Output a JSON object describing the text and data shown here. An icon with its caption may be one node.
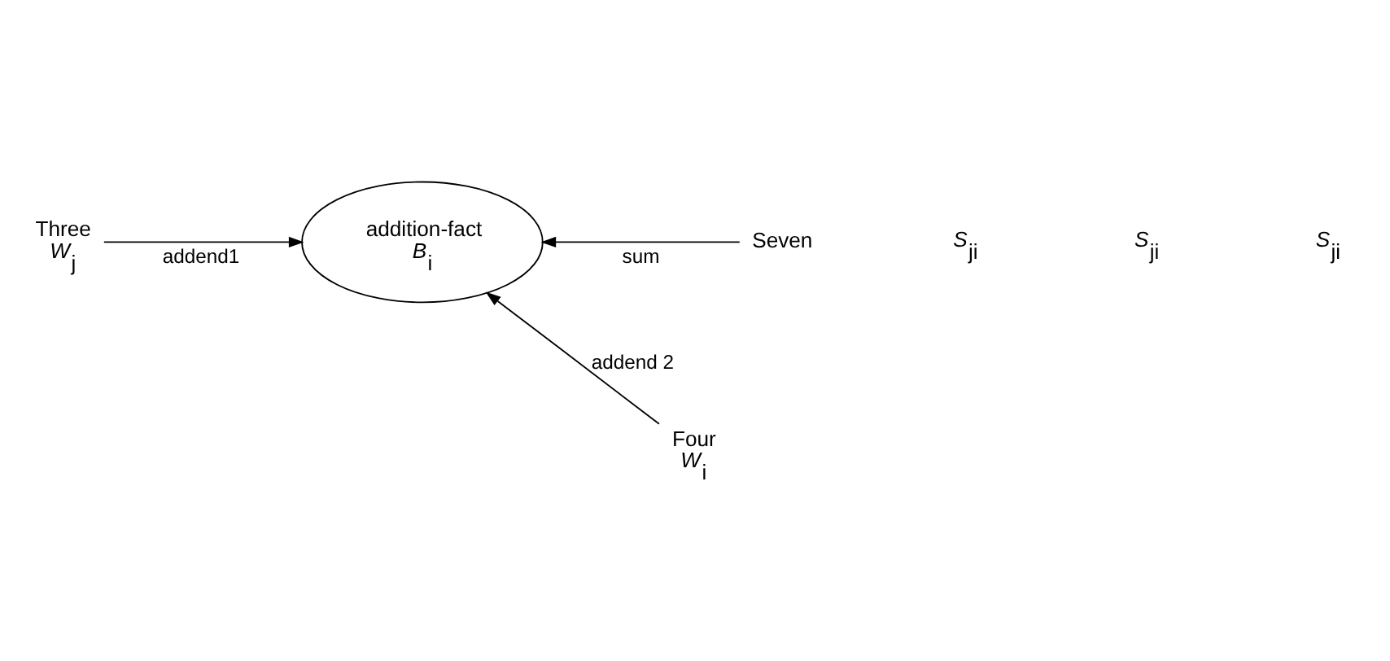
{
  "diagram": {
    "nodes": [
      {
        "text": [
          "Three"
        ],
        "beside": [
          "*W*$_{j}$"
        ]
      },
      {
        "text": [
          "addition-fact",
          "*B*$_{i}$"
        ]
      },
      {
        "text": [
          "Seven"
        ]
      },
      {
        "text": [
          "Four"
        ],
        "beside": [
          "*W*$_{i}$"
        ]
      }
    ],
    "edges": [
      {
        "from": 0,
        "to": 1,
        "arrow": "to",
        "label": "addend1"
      },
      {
        "from": 2,
        "to": 1,
        "arrow": "to",
        "label": "sum"
      },
      {
        "from": 3,
        "to": 1,
        "arrow": "to",
        "label": "addend 2"
      }
    ],
    "labels": [
      "*S*$_{ji}$",
      "*S*$_{ji}$",
      "*S*$_{ji}$"
    ]
  }
}
